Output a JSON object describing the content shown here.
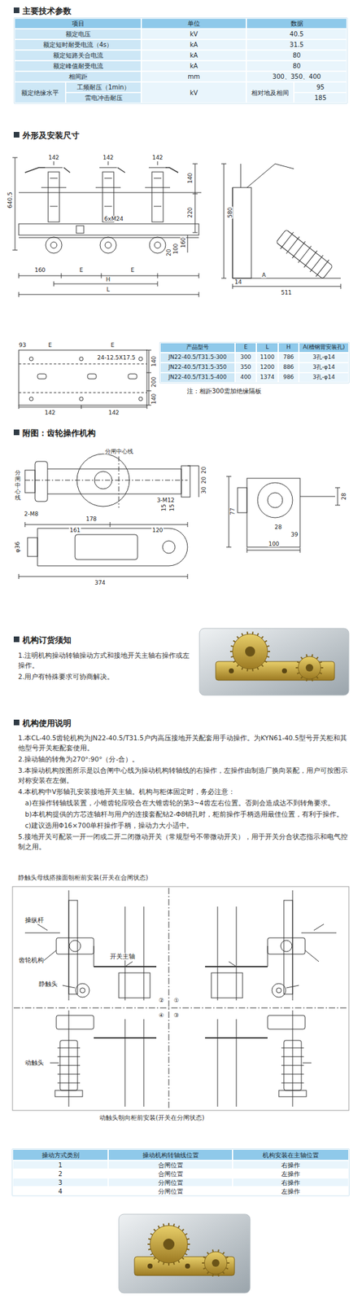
{
  "diagram": {
    "labels": [
      "主要技术参数",
      "项目",
      "单位",
      "数据",
      "额定电压",
      "kV",
      "40.5",
      "额定短时耐受电流（4s）",
      "kA",
      "31.5",
      "额定短路关合电流",
      "kA",
      "80",
      "额定峰值耐受电流",
      "kA",
      "80",
      "相间距",
      "mm",
      "300、350、400",
      "额定绝缘水平",
      "工频耐压（1min）",
      "kV",
      "相对地及相间",
      "95",
      "雷电冲击耐压",
      "185",
      "外形及安装尺寸",
      "142",
      "142",
      "142",
      "640.5",
      "140",
      "220",
      "160",
      "100",
      "20",
      "6xM24",
      "160",
      "E",
      "E",
      "H",
      "L",
      "580",
      "14",
      "A",
      "511",
      "93",
      "E",
      "E",
      "24-12.5X17.5",
      "140",
      "200",
      "140",
      "142",
      "142",
      "产品型号",
      "E",
      "L",
      "H",
      "A(槽钢背安装孔)",
      "JN22-40.5/T31.5-300",
      "300",
      "1100",
      "786",
      "3孔-φ14",
      "JN22-40.5/T31.5-350",
      "350",
      "1200",
      "886",
      "3孔-φ14",
      "JN22-40.5/T31.5-400",
      "400",
      "1374",
      "986",
      "3孔-φ14",
      "注：相距300需加绝缘隔板",
      "附图：齿轮操作机构",
      "分闸中心线",
      "分闸中心线",
      "2-M8",
      "3-M12",
      "178",
      "161",
      "120",
      "15",
      "15",
      "20",
      "20",
      "30",
      "φ36",
      "374",
      "77",
      "28",
      "28",
      "39",
      "100",
      "机构订货须知",
      "1.注明机构操动转轴操动方式和接地开关主轴右操作或左操作。",
      "2.用户有特殊要求可协商解决。",
      "机构使用说明",
      "1.本CL-40.5齿轮机构为JN22-40.5/T31.5户内高压接地开关配套用手动操作。为KYN61-40.5型号开关柜和其他型号开关柜配套使用。",
      "2.操动轴的转角为270°:90°（分-合）。",
      "3.本操动机构按图所示是以合闸中心线为操动机构转轴线的右操作，左操作由制造厂换向装配，用户可按图示对称安装在左侧。",
      "4.本机构中V形轴孔安装接地开关主轴。机构与柜体固定时，务必注意：",
      "a)在操作转轴线装置，小锥齿轮应咬合在大锥齿轮的第3~4齿左右位置。否则会造成达不到转角要求。",
      "b)本机构提供的方芯连轴杆与用户的连接套配钻2-Φ8销孔时，柜前操作手柄选用最佳位置，有利于操作。",
      "c)建议选用Φ16×700单杆操作手柄，操动力大小适中。",
      "5.接地开关可配装一开一闭或二开二闭微动开关（常规型号不带微动开关），用于开关分合状态指示和电气控制之用。",
      "静触头母线搭接面朝柜前安装(开关在合闸状态)",
      "操纵杆",
      "齿轮机构",
      "开关主轴",
      "静触头",
      "②",
      "①",
      "④",
      "③",
      "动触头",
      "动触头朝向柜前安装(开关在分闸状态)",
      "操动方式类别",
      "操动机构转轴线位置",
      "机构安装在主轴位置",
      "1",
      "合闸位置",
      "右操作",
      "2",
      "合闸位置",
      "左操作",
      "3",
      "分闸位置",
      "右操作",
      "4",
      "分闸位置",
      "左操作"
    ]
  }
}
